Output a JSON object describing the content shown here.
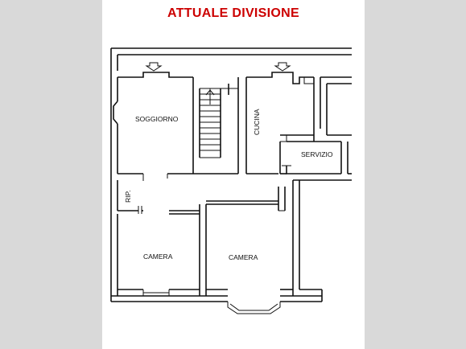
{
  "title": "ATTUALE DIVISIONE",
  "rooms": {
    "soggiorno": "SOGGIORNO",
    "cucina": "CUCINA",
    "servizio": "SERVIZIO",
    "ripostiglio": "RIP.",
    "camera_left": "CAMERA",
    "camera_right": "CAMERA"
  },
  "colors": {
    "title": "#cc0000",
    "walls": "#111111",
    "background": "#d9d9d9",
    "sheet": "#ffffff"
  }
}
